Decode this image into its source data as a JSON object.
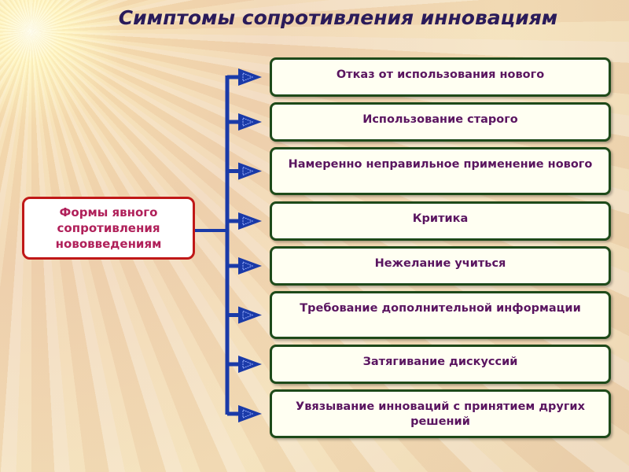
{
  "title": "Симптомы сопротивления инновациям",
  "main": {
    "label": "Формы явного сопротивления нововведениям"
  },
  "items": [
    "Отказ от использования нового",
    "Использование старого",
    "Намеренно неправильное применение нового",
    "Критика",
    "Нежелание учиться",
    "Требование дополнительной информации",
    "Затягивание дискуссий",
    "Увязывание инноваций с принятием других решений"
  ]
}
